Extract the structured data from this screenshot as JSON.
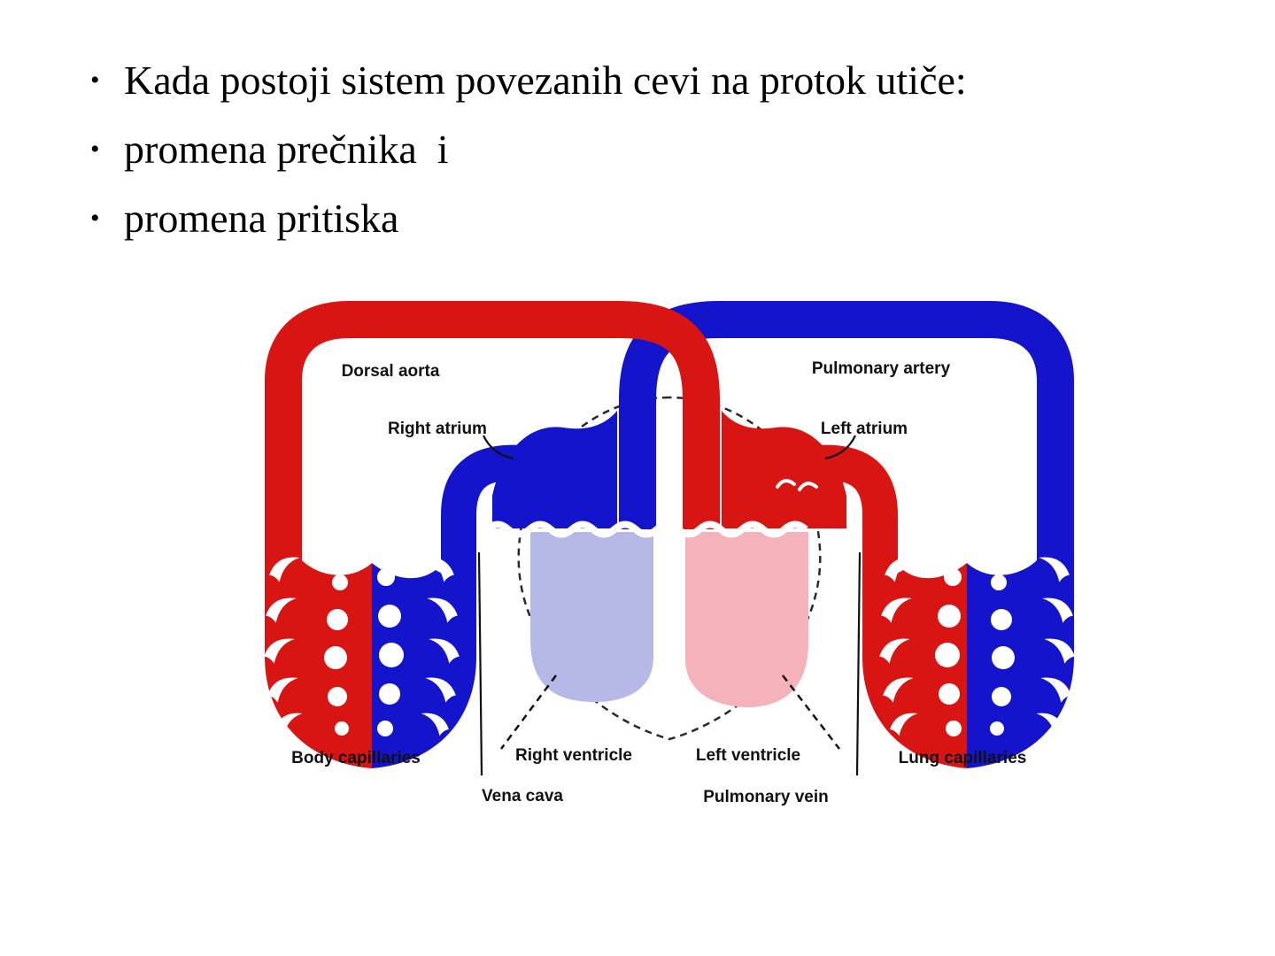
{
  "slide": {
    "bullet_char": "•",
    "bullets": [
      "Kada postoji sistem povezanih cevi na protok utiče:",
      "promena prečnika  i",
      "promena pritiska"
    ]
  },
  "diagram": {
    "labels": {
      "dorsal_aorta": "Dorsal aorta",
      "pulmonary_artery": "Pulmonary artery",
      "right_atrium": "Right atrium",
      "left_atrium": "Left atrium",
      "body_capillaries": "Body capillaries",
      "right_ventricle": "Right ventricle",
      "left_ventricle": "Left ventricle",
      "lung_capillaries": "Lung capillaries",
      "vena_cava": "Vena cava",
      "pulmonary_vein": "Pulmonary vein"
    },
    "colors": {
      "oxygenated_red": "#d81512",
      "deoxygenated_blue": "#1414cc",
      "right_ventricle_fill": "#b6b9e8",
      "left_ventricle_fill": "#f5b2ba",
      "outline_black": "#2a2a2a"
    }
  }
}
